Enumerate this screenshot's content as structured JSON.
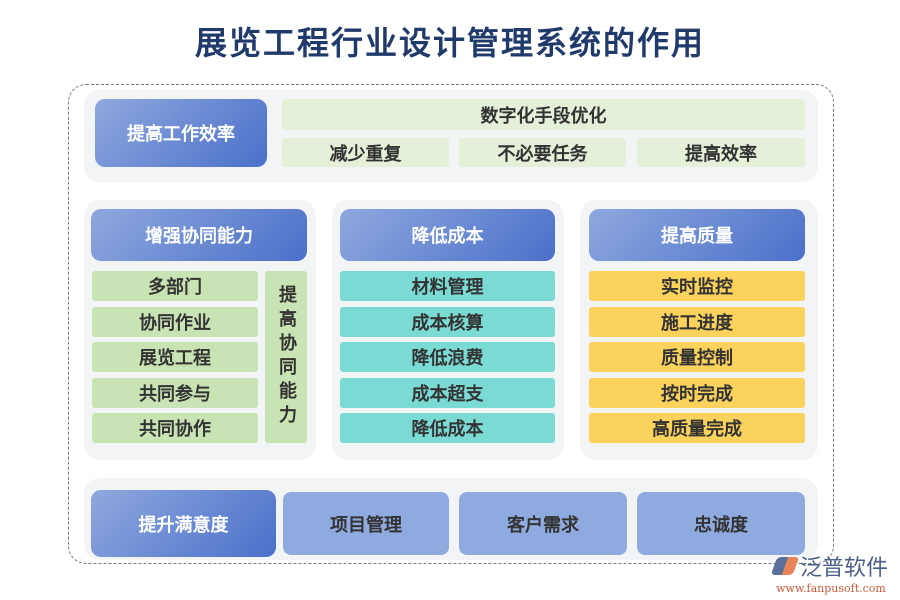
{
  "title": "展览工程行业设计管理系统的作用",
  "efficiency": {
    "header": "提高工作效率",
    "top": "数字化手段优化",
    "items": [
      "减少重复",
      "不必要任务",
      "提高效率"
    ]
  },
  "collab": {
    "header": "增强协同能力",
    "items": [
      "多部门",
      "协同作业",
      "展览工程",
      "共同参与",
      "共同协作"
    ],
    "side": "提高协同能力"
  },
  "cost": {
    "header": "降低成本",
    "items": [
      "材料管理",
      "成本核算",
      "降低浪费",
      "成本超支",
      "降低成本"
    ]
  },
  "quality": {
    "header": "提高质量",
    "items": [
      "实时监控",
      "施工进度",
      "质量控制",
      "按时完成",
      "高质量完成"
    ]
  },
  "satisfaction": {
    "header": "提升满意度",
    "items": [
      "项目管理",
      "客户需求",
      "忠诚度"
    ]
  },
  "logo": {
    "name": "泛普软件",
    "url": "www.fanpusoft.com"
  },
  "colors": {
    "header": "#4a70c9",
    "green": "#c8e4b4",
    "teal": "#7adbd4",
    "yellow": "#fbd35c",
    "blue": "#8eaadf"
  }
}
